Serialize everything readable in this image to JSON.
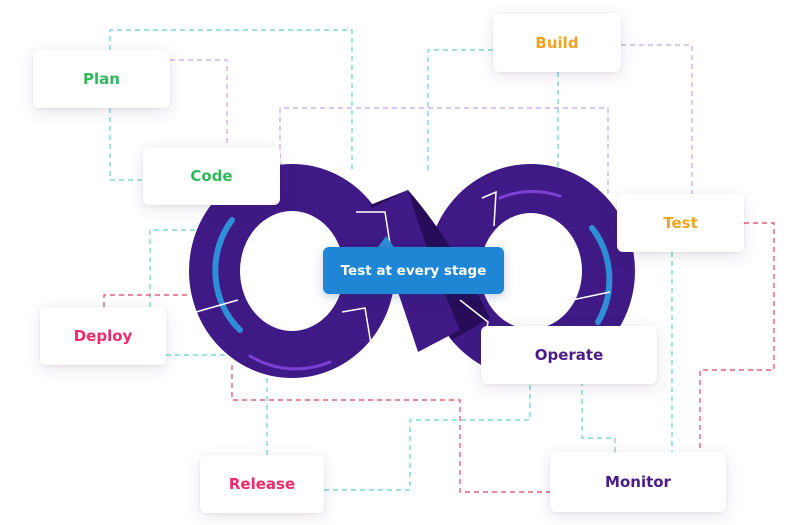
{
  "center_label": "Test at every stage",
  "stages": [
    {
      "id": "plan",
      "label": "Plan",
      "color": "#2fb85c"
    },
    {
      "id": "code",
      "label": "Code",
      "color": "#2fb85c"
    },
    {
      "id": "build",
      "label": "Build",
      "color": "#f0a322"
    },
    {
      "id": "test",
      "label": "Test",
      "color": "#f0a322"
    },
    {
      "id": "release",
      "label": "Release",
      "color": "#ee2b6a"
    },
    {
      "id": "deploy",
      "label": "Deploy",
      "color": "#ee2b6a"
    },
    {
      "id": "operate",
      "label": "Operate",
      "color": "#4a1d86"
    },
    {
      "id": "monitor",
      "label": "Monitor",
      "color": "#4a1d86"
    }
  ],
  "colors": {
    "loop_main": "#3f1a86",
    "loop_shadow": "#260c59",
    "loop_accent": "#2e8ed6",
    "loop_highlight": "#8f49e8",
    "connector_teal": "#7dd8cf",
    "connector_lilac": "#cdb2f2",
    "connector_pink": "#e0607a",
    "badge": "#1f86d6"
  }
}
